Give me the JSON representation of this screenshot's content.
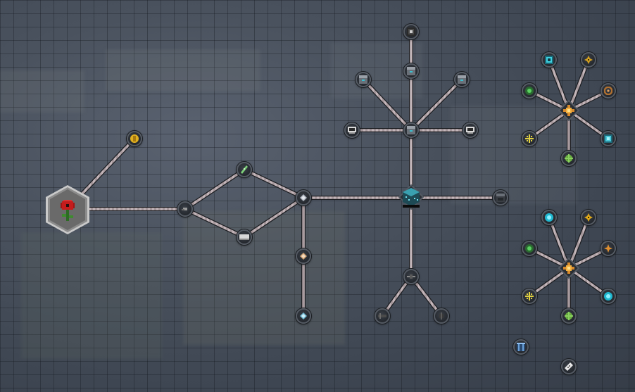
{
  "screen": {
    "title": "",
    "root_advancement": {
      "icon": "poppy-icon"
    },
    "core_advancement": {
      "icon": "reactor-core-icon"
    },
    "colors": {
      "background": "#3c4450",
      "link_line": "#b8a8ac",
      "frame_border": "#545a63",
      "frame_fill": "#2a2e34",
      "root_frame": "#c8c8c8"
    }
  },
  "advancements": [
    {
      "id": "gold-coin",
      "icon": "gold-coin-icon"
    },
    {
      "id": "small-pebble",
      "icon": "pebble-icon"
    },
    {
      "id": "green-shard",
      "icon": "green-shard-icon"
    },
    {
      "id": "iron-plate",
      "icon": "iron-plate-icon"
    },
    {
      "id": "crystal-hub",
      "icon": "crystal-icon"
    },
    {
      "id": "amber-crystal",
      "icon": "amber-crystal-icon"
    },
    {
      "id": "ice-crystal",
      "icon": "ice-crystal-icon"
    },
    {
      "id": "top-casing",
      "icon": "dark-casing-icon"
    },
    {
      "id": "mid-casing",
      "icon": "casing-icon"
    },
    {
      "id": "left-casing",
      "icon": "casing-icon"
    },
    {
      "id": "right-casing",
      "icon": "casing-icon"
    },
    {
      "id": "left-terminal",
      "icon": "terminal-icon"
    },
    {
      "id": "right-terminal",
      "icon": "terminal-icon"
    },
    {
      "id": "center-casing",
      "icon": "casing-icon"
    },
    {
      "id": "side-casing",
      "icon": "dark-casing-icon"
    },
    {
      "id": "pipe-hub",
      "icon": "pipe-icon"
    },
    {
      "id": "left-pipe",
      "icon": "pipe-icon"
    },
    {
      "id": "right-pipe",
      "icon": "pipe-icon"
    },
    {
      "id": "upper-cluster-hub",
      "icon": "orange-gem-icon"
    },
    {
      "id": "upper-cyan-chip",
      "icon": "cyan-chip-icon"
    },
    {
      "id": "upper-gold-star",
      "icon": "gold-star-icon"
    },
    {
      "id": "upper-green-orb",
      "icon": "green-orb-icon"
    },
    {
      "id": "upper-bronze-ring",
      "icon": "bronze-ring-icon"
    },
    {
      "id": "upper-yellow-spark",
      "icon": "yellow-spark-icon"
    },
    {
      "id": "upper-teal-chip",
      "icon": "teal-chip-icon"
    },
    {
      "id": "upper-lime-gear",
      "icon": "lime-gear-icon"
    },
    {
      "id": "lower-cluster-hub",
      "icon": "orange-gem-icon"
    },
    {
      "id": "lower-cyan-orb",
      "icon": "cyan-orb-icon"
    },
    {
      "id": "lower-gold-star",
      "icon": "gold-star-icon"
    },
    {
      "id": "lower-green-orb",
      "icon": "green-orb-icon"
    },
    {
      "id": "lower-orange-spark",
      "icon": "orange-spark-icon"
    },
    {
      "id": "lower-yellow-spark",
      "icon": "yellow-spark-icon"
    },
    {
      "id": "lower-cyan-chip",
      "icon": "cyan-orb-icon"
    },
    {
      "id": "lower-lime-gear",
      "icon": "lime-gear-icon"
    },
    {
      "id": "blue-crate",
      "icon": "blue-crate-icon"
    },
    {
      "id": "white-tool",
      "icon": "white-tool-icon"
    }
  ]
}
